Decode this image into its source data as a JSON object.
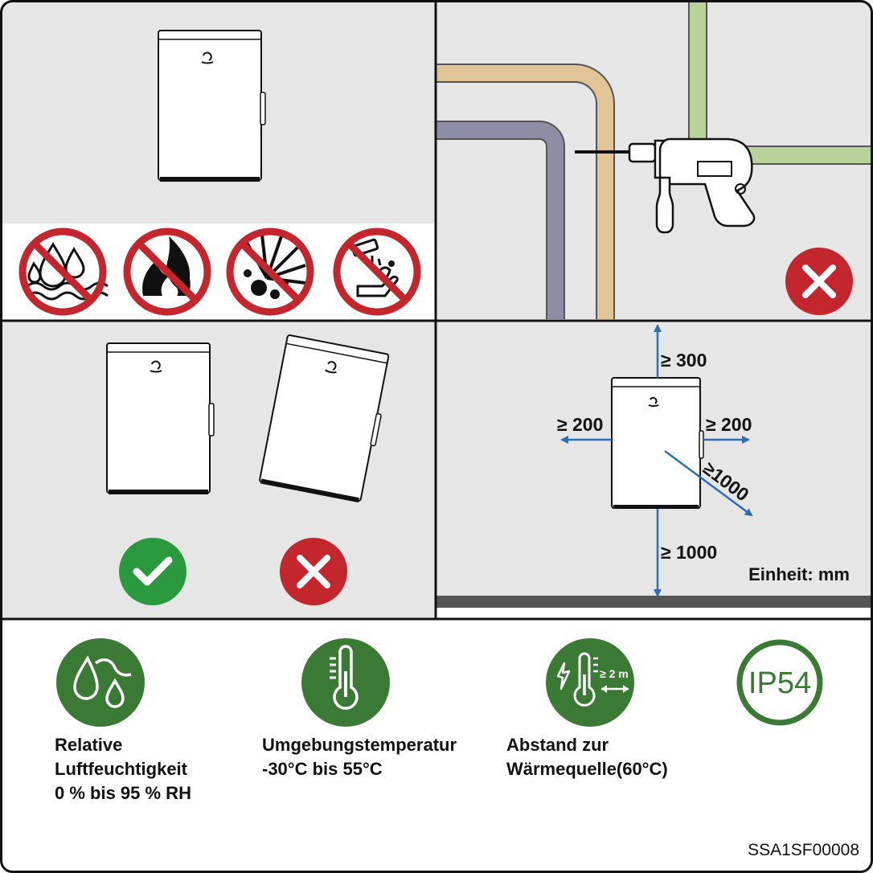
{
  "clearance": {
    "top": "≥ 300",
    "left": "≥ 200",
    "right": "≥ 200",
    "front": "≥1000",
    "bottom": "≥ 1000",
    "unit": "Einheit: mm"
  },
  "conditions": {
    "humidity": {
      "icon": "humidity-droplets-icon",
      "lines": [
        "Relative",
        "Luftfeuchtigkeit",
        "0 % bis 95 % RH"
      ]
    },
    "temperature": {
      "icon": "thermometer-icon",
      "lines": [
        "Umgebungstemperatur",
        "-30°C bis 55°C"
      ]
    },
    "heat_source": {
      "icon": "heat-source-distance-icon",
      "badge": "≥ 2 m",
      "lines": [
        "Abstand zur",
        "Wärmequelle(60°C)"
      ]
    },
    "protection": {
      "icon": "ip-rating-icon",
      "label": "IP54"
    }
  },
  "prohibited_icons": [
    "no-water-icon",
    "no-fire-icon",
    "no-explosives-icon",
    "no-corrosives-icon"
  ],
  "colors": {
    "forbidden_red": "#c4262e",
    "ok_green": "#2b9a3e",
    "spec_green": "#3a7a34",
    "clearance_blue": "#2a6fb6",
    "pipe_tan": "#e2c596",
    "pipe_gray": "#8d8ea6",
    "pipe_green": "#b7d39a"
  },
  "figure_code": "SSA1SF00008"
}
